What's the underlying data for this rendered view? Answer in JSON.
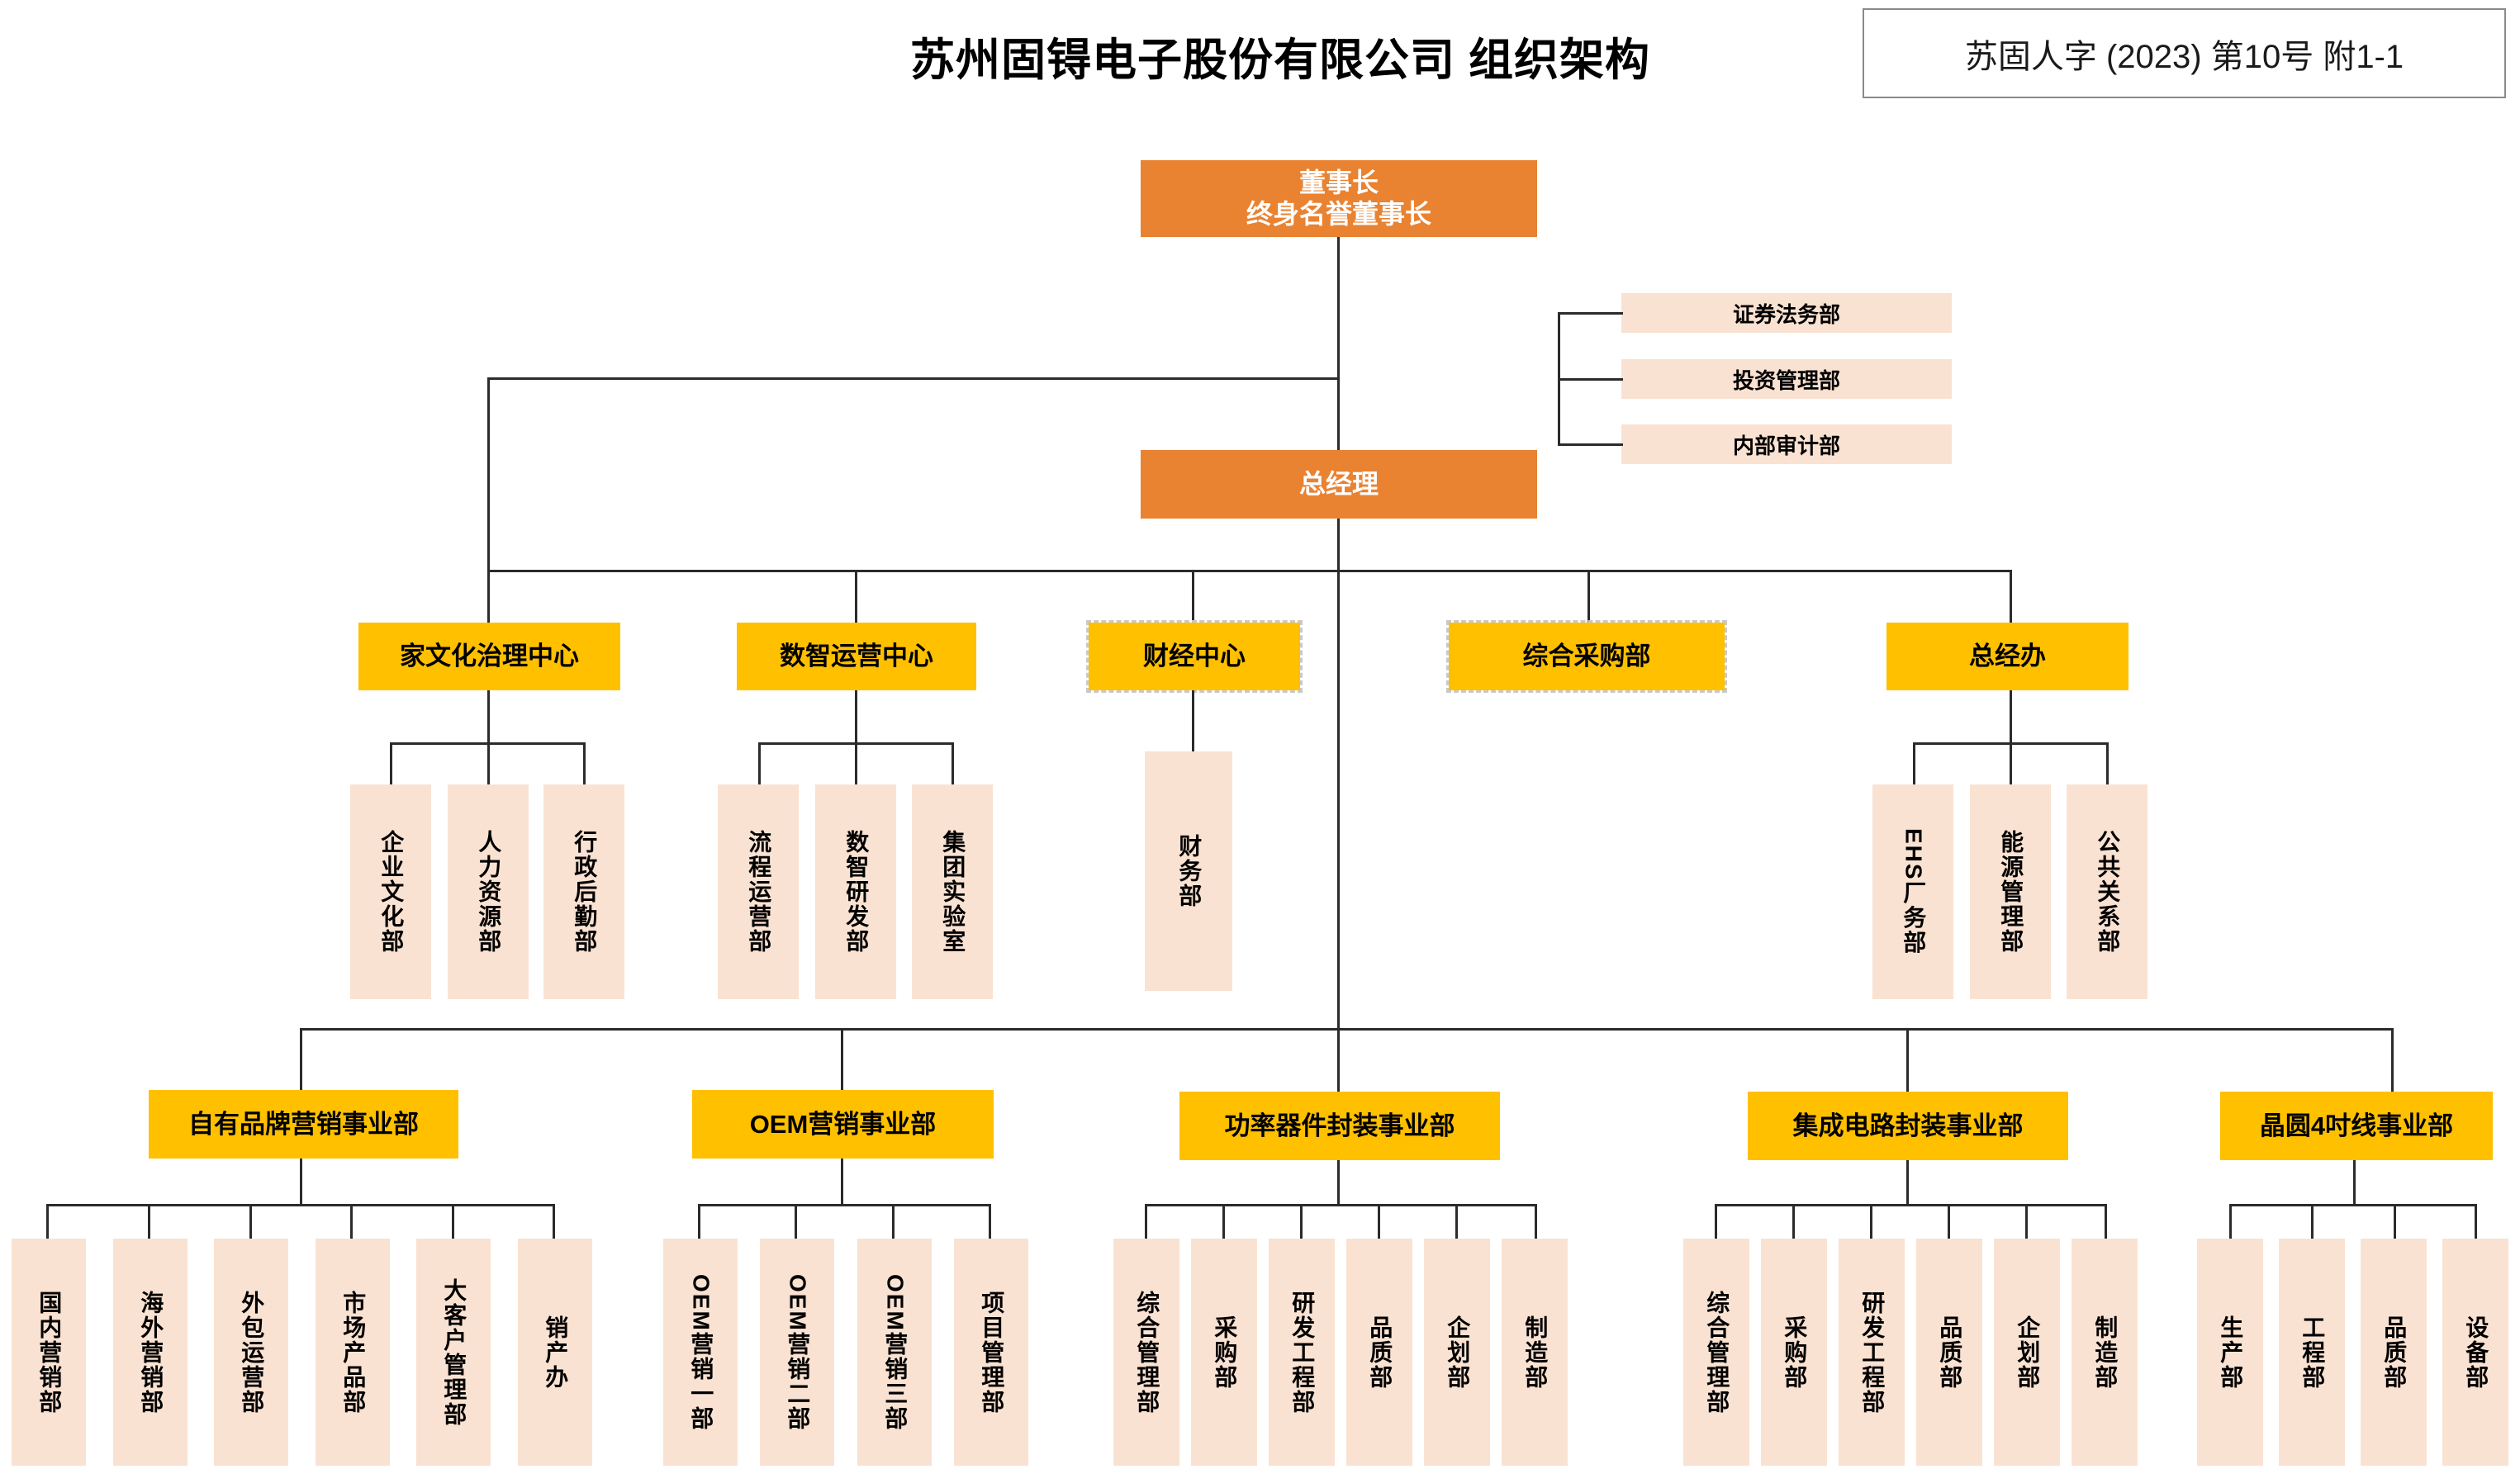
{
  "header": {
    "title": "苏州固锝电子股份有限公司 组织架构",
    "doc_ref": "苏固人字 (2023) 第10号 附1-1"
  },
  "colors": {
    "executive": "#E98231",
    "center": "#FFC000",
    "department": "#FAE2D2",
    "connector": "#2B2B2B",
    "doc_border": "#8A8A8A"
  },
  "chart_data": {
    "type": "diagram",
    "title": "苏州固锝电子股份有限公司 组织架构",
    "levels": [
      "executive",
      "center",
      "department"
    ]
  },
  "executive": {
    "chairman": "董事长\n终身名誉董事长",
    "chairman_line1": "董事长",
    "chairman_line2": "终身名誉董事长",
    "general_manager": "总经理"
  },
  "staff_units": [
    {
      "label": "证券法务部"
    },
    {
      "label": "投资管理部"
    },
    {
      "label": "内部审计部"
    }
  ],
  "centers": [
    {
      "label": "家文化治理中心",
      "dashed": false,
      "departments": [
        {
          "label": "企业文化部"
        },
        {
          "label": "人力资源部"
        },
        {
          "label": "行政后勤部"
        }
      ]
    },
    {
      "label": "数智运营中心",
      "dashed": false,
      "departments": [
        {
          "label": "流程运营部"
        },
        {
          "label": "数智研发部"
        },
        {
          "label": "集团实验室"
        }
      ]
    },
    {
      "label": "财经中心",
      "dashed": true,
      "departments": [
        {
          "label": "财务部"
        }
      ]
    },
    {
      "label": "综合采购部",
      "dashed": true,
      "departments": []
    },
    {
      "label": "总经办",
      "dashed": false,
      "departments": [
        {
          "label": "EHS厂务部"
        },
        {
          "label": "能源管理部"
        },
        {
          "label": "公共关系部"
        }
      ]
    }
  ],
  "business_units": [
    {
      "label": "自有品牌营销事业部",
      "departments": [
        {
          "label": "国内营销部"
        },
        {
          "label": "海外营销部"
        },
        {
          "label": "外包运营部"
        },
        {
          "label": "市场产品部"
        },
        {
          "label": "大客户管理部"
        },
        {
          "label": "销产办"
        }
      ]
    },
    {
      "label": "OEM营销事业部",
      "departments": [
        {
          "label": "OEM营销一部"
        },
        {
          "label": "OEM营销二部"
        },
        {
          "label": "OEM营销三部"
        },
        {
          "label": "项目管理部"
        }
      ]
    },
    {
      "label": "功率器件封装事业部",
      "departments": [
        {
          "label": "综合管理部"
        },
        {
          "label": "采购部"
        },
        {
          "label": "研发工程部"
        },
        {
          "label": "品质部"
        },
        {
          "label": "企划部"
        },
        {
          "label": "制造部"
        }
      ]
    },
    {
      "label": "集成电路封装事业部",
      "departments": [
        {
          "label": "综合管理部"
        },
        {
          "label": "采购部"
        },
        {
          "label": "研发工程部"
        },
        {
          "label": "品质部"
        },
        {
          "label": "企划部"
        },
        {
          "label": "制造部"
        }
      ]
    },
    {
      "label": "晶圆4吋线事业部",
      "departments": [
        {
          "label": "生产部"
        },
        {
          "label": "工程部"
        },
        {
          "label": "品质部"
        },
        {
          "label": "设备部"
        }
      ]
    }
  ]
}
